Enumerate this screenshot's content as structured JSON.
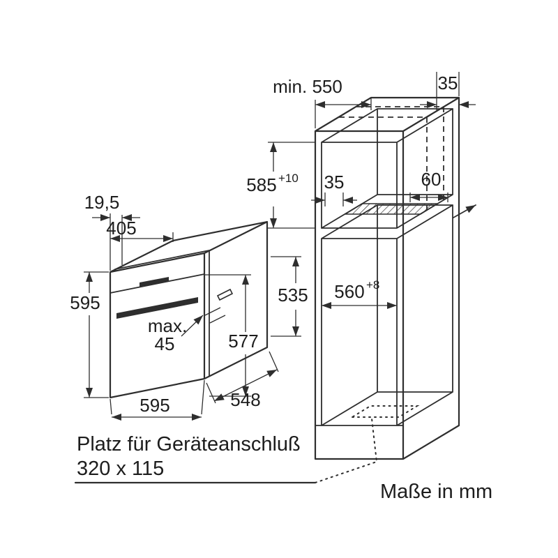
{
  "colors": {
    "line": "#2e2e2e",
    "text": "#1d1d1d",
    "background": "#ffffff"
  },
  "cabinet": {
    "dims": {
      "depth_min": "min. 550",
      "rear_gap": "35",
      "niche_height": "585",
      "niche_height_tolerance": "+10",
      "vent_gap": "35",
      "vent_depth": "60",
      "niche_width": "560",
      "niche_width_tolerance": "+8"
    }
  },
  "oven": {
    "dims": {
      "frame_depth": "19,5",
      "top_depth": "405",
      "height": "595",
      "handle_clearance_line1": "max.",
      "handle_clearance_line2": "45",
      "front_height": "577",
      "side_height": "535",
      "width": "595",
      "depth": "548"
    }
  },
  "notes": {
    "connection_space_line1": "Platz für Geräteanschluß",
    "connection_space_line2": "320 x 115",
    "units": "Maße in mm"
  }
}
